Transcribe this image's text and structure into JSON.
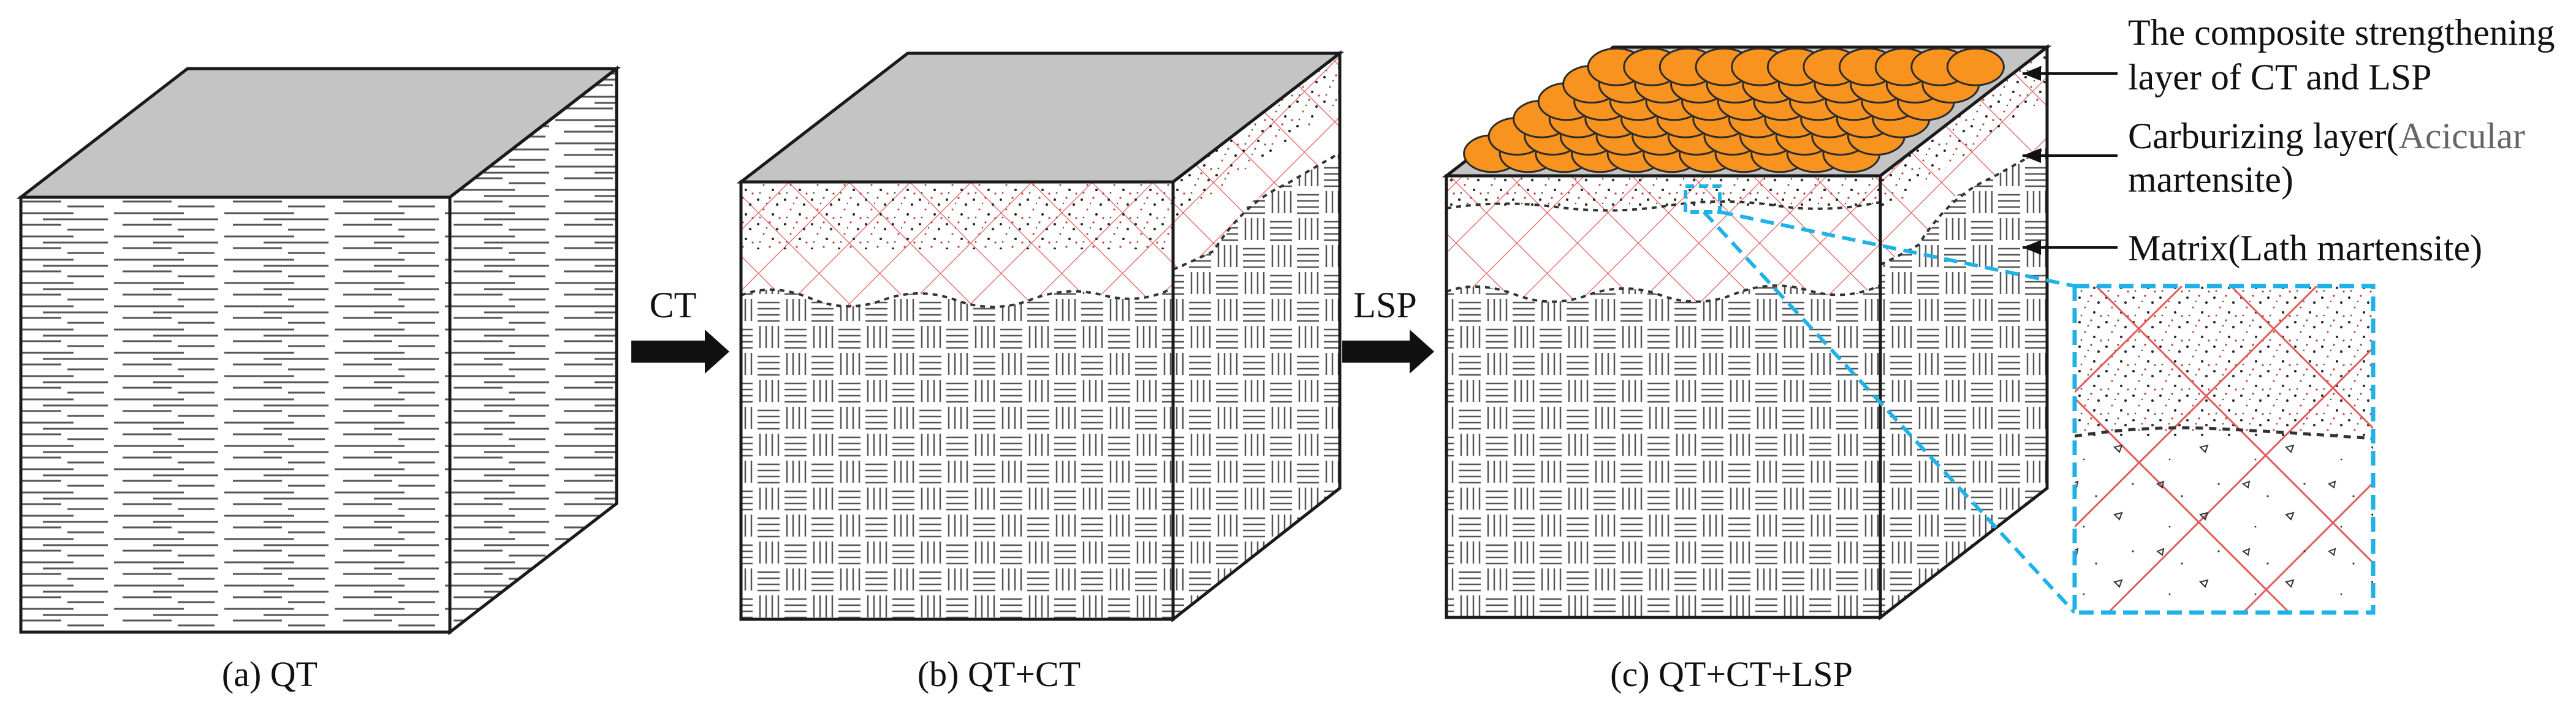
{
  "panels": [
    {
      "id": "a",
      "caption": "(a) QT"
    },
    {
      "id": "b",
      "caption": "(b) QT+CT"
    },
    {
      "id": "c",
      "caption": "(c) QT+CT+LSP"
    }
  ],
  "arrows": [
    {
      "label": "CT"
    },
    {
      "label": "LSP"
    }
  ],
  "callouts": {
    "composite_line1": "The composite strengthening",
    "composite_line2": "layer of CT and LSP",
    "carburizing_line1": "Carburizing layer(",
    "carburizing_line1_accent": "Acicular",
    "carburizing_line2": "martensite)",
    "matrix": "Matrix(Lath martensite)"
  },
  "colors": {
    "outline": "#1a1a1a",
    "top_face": "#c4c4c4",
    "hatch": "#555555",
    "grid_red": "#e35b5b",
    "red_dots": "#c0392b",
    "peen_spot": "#f7931e",
    "peen_edge": "#2b2b2b",
    "inset_border": "#1fb2e8",
    "accent_text": "#666666"
  }
}
